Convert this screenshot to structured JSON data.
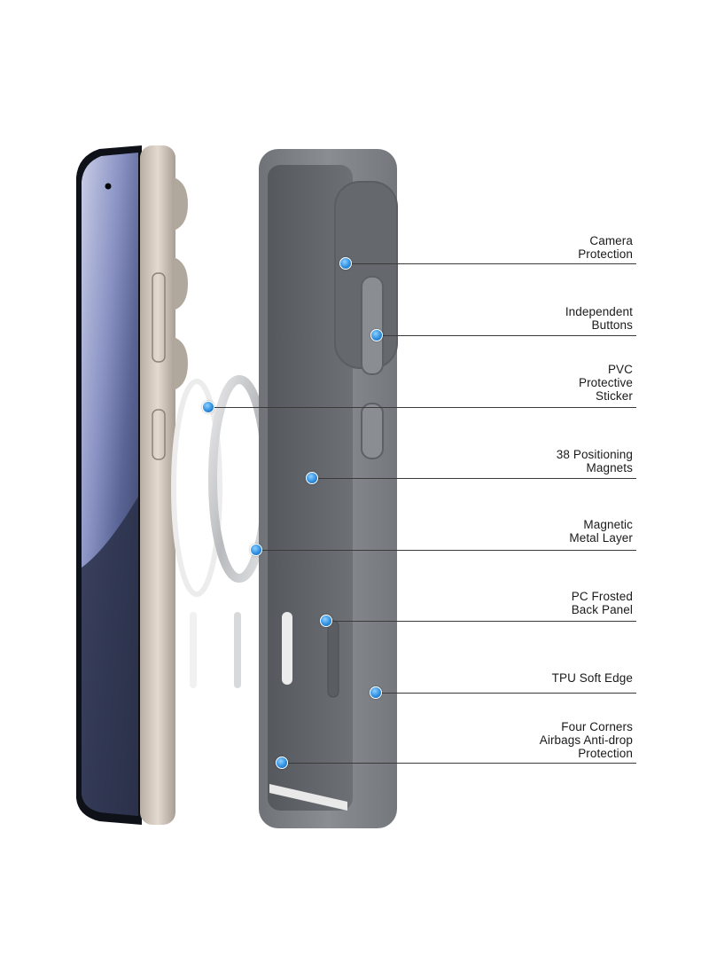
{
  "callouts": [
    {
      "id": "camera-protection",
      "label": "Camera\nProtection"
    },
    {
      "id": "independent-buttons",
      "label": "Independent\nButtons"
    },
    {
      "id": "pvc-sticker",
      "label": "PVC\nProtective\nSticker"
    },
    {
      "id": "positioning-magnets",
      "label": "38 Positioning\nMagnets"
    },
    {
      "id": "metal-layer",
      "label": "Magnetic\nMetal Layer"
    },
    {
      "id": "back-panel",
      "label": "PC Frosted\nBack Panel"
    },
    {
      "id": "soft-edge",
      "label": "TPU Soft Edge"
    },
    {
      "id": "airbags",
      "label": "Four Corners\nAirbags Anti-drop\nProtection"
    }
  ],
  "colors": {
    "accent_dot": "#2f8fe0",
    "case_gray": "#7d8186",
    "phone_frame": "#d8cdc2",
    "screen_blue": "#4a5577"
  }
}
